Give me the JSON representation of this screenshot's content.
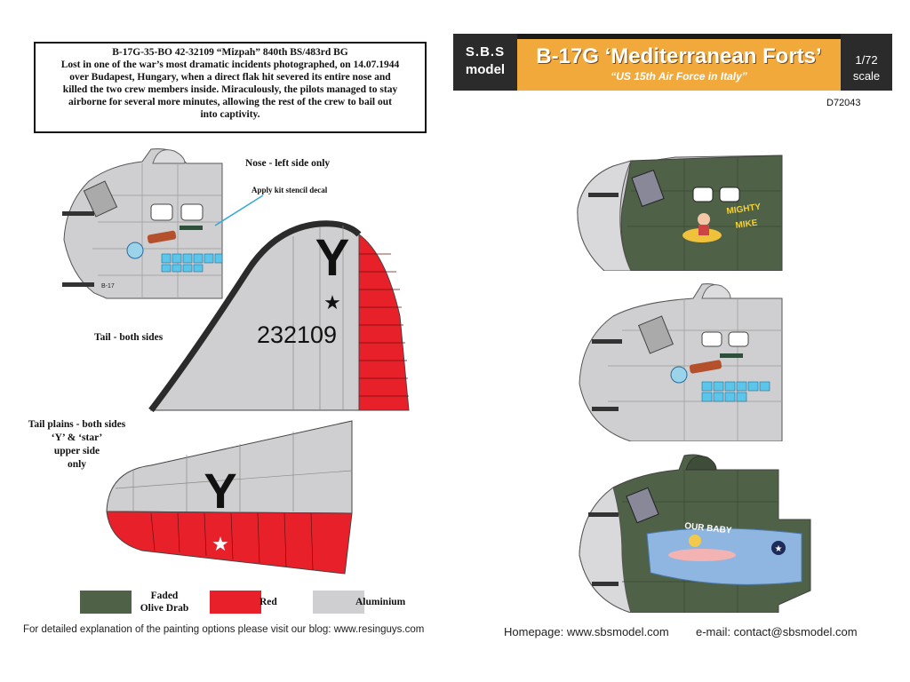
{
  "info": {
    "line1": "B-17G-35-BO 42-32109 “Mizpah” 840th BS/483rd BG",
    "line2": "Lost in one of the war’s most dramatic incidents photographed, on 14.07.1944",
    "line3": "over Budapest, Hungary, when a direct flak hit severed its entire nose and",
    "line4": "killed the two crew members inside. Miraculously, the pilots managed to stay",
    "line5": "airborne for several more minutes, allowing the rest of the crew to bail out",
    "line6": "into captivity."
  },
  "header": {
    "logo_line1": "S.B.S",
    "logo_line2": "model",
    "title": "B-17G ‘Mediterranean Forts’",
    "subtitle": "“US 15th Air Force in Italy”",
    "scale_value": "1/72",
    "scale_word": "scale",
    "product_code": "D72043"
  },
  "labels": {
    "nose_left": "Nose - left side only",
    "stencil": "Apply kit stencil decal",
    "tail": "Tail - both sides",
    "tailplane_1": "Tail plains - both sides",
    "tailplane_2": "‘Y’ & ‘star’",
    "tailplane_3": "upper side",
    "tailplane_4": "only"
  },
  "tail": {
    "letter": "Y",
    "serial": "232109",
    "stabilizer_letter": "Y"
  },
  "nose_art": {
    "mighty_mike_1": "MIGHTY",
    "mighty_mike_2": "MIKE",
    "our_baby": "OUR BABY"
  },
  "legend": [
    {
      "label": "Faded\nOlive Drab",
      "color": "#4f6147"
    },
    {
      "label": "Red",
      "color": "#e8202a"
    },
    {
      "label": "Aluminium",
      "color": "#cfcfd1"
    }
  ],
  "legend_labels": {
    "olive_1": "Faded",
    "olive_2": "Olive Drab",
    "red": "Red",
    "aluminium": "Aluminium"
  },
  "footer": {
    "blog": "For detailed explanation of the painting options please visit our blog: www.resinguys.com",
    "homepage": "Homepage: www.sbsmodel.com",
    "email": "e-mail: contact@sbsmodel.com"
  },
  "colors": {
    "olive_drab": "#4f6147",
    "red": "#e8202a",
    "aluminium": "#cfcfd1",
    "header_orange": "#f2a93b",
    "dark": "#2b2b2b"
  }
}
